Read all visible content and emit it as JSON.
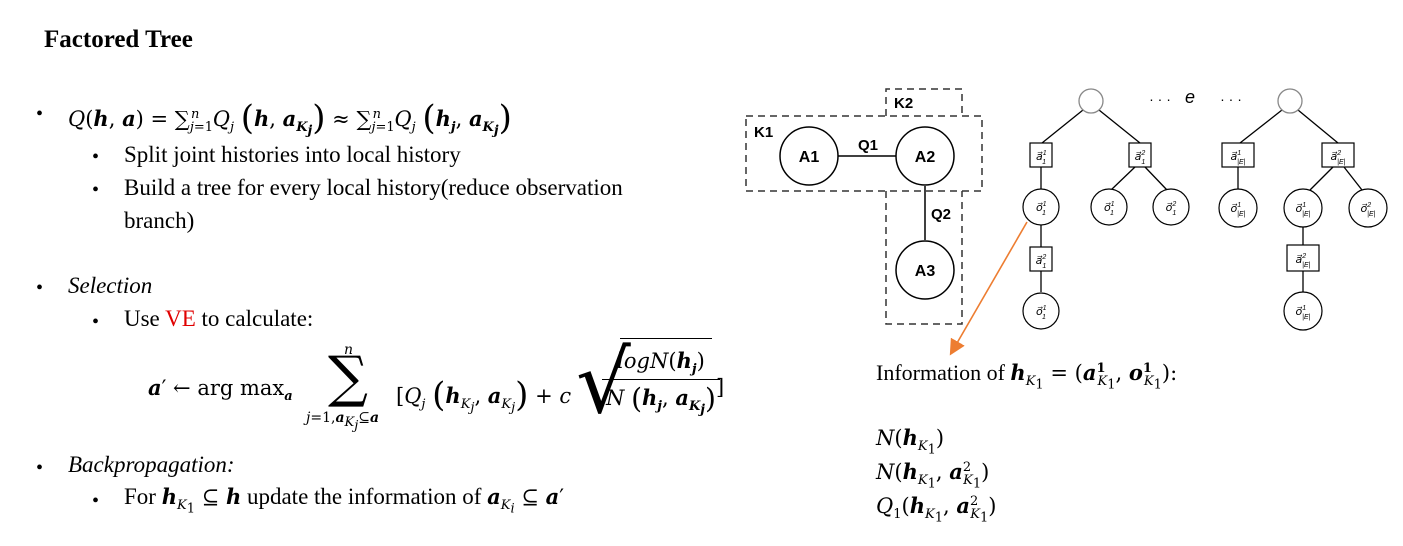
{
  "title": "Factored Tree",
  "bullets": {
    "b2_sub1": "Split joint histories into local history",
    "b2_sub2_line1": "Build a tree for every local history(reduce observation",
    "b2_sub2_line2": "branch)",
    "selection": "Selection",
    "use": "Use",
    "ve": "VE",
    "to_calculate": "to calculate:",
    "backprop": "Backpropagation:",
    "for": "For",
    "update_text": "update the information of"
  },
  "info": {
    "header": "Information of"
  },
  "diagram": {
    "k1": "K1",
    "k2": "K2",
    "a1": "A1",
    "a2": "A2",
    "a3": "A3",
    "q1": "Q1",
    "q2": "Q2",
    "dots1": "· · ·",
    "e_label": "e",
    "dots2": "· · ·"
  },
  "colors": {
    "highlight": "#e00000",
    "arrow": "#ed7d31"
  }
}
